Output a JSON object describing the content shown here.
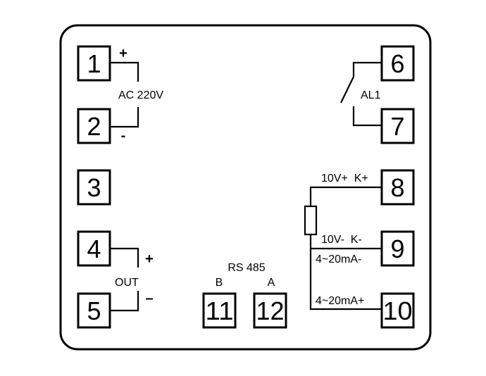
{
  "terminals": {
    "t1": "1",
    "t2": "2",
    "t3": "3",
    "t4": "4",
    "t5": "5",
    "t6": "6",
    "t7": "7",
    "t8": "8",
    "t9": "9",
    "t10": "10",
    "t11": "11",
    "t12": "12"
  },
  "power": {
    "label": "AC 220V",
    "plus": "+",
    "minus": "-"
  },
  "output": {
    "label": "OUT",
    "plus": "+",
    "minus": "–"
  },
  "alarm": {
    "label": "AL1"
  },
  "rs485": {
    "label": "RS 485",
    "b": "B",
    "a": "A"
  },
  "sensor": {
    "t8_label": "10V+  K+",
    "t9_label": "10V-  K-",
    "t9_sub": "4~20mA-",
    "t10_label": "4~20mA+"
  }
}
